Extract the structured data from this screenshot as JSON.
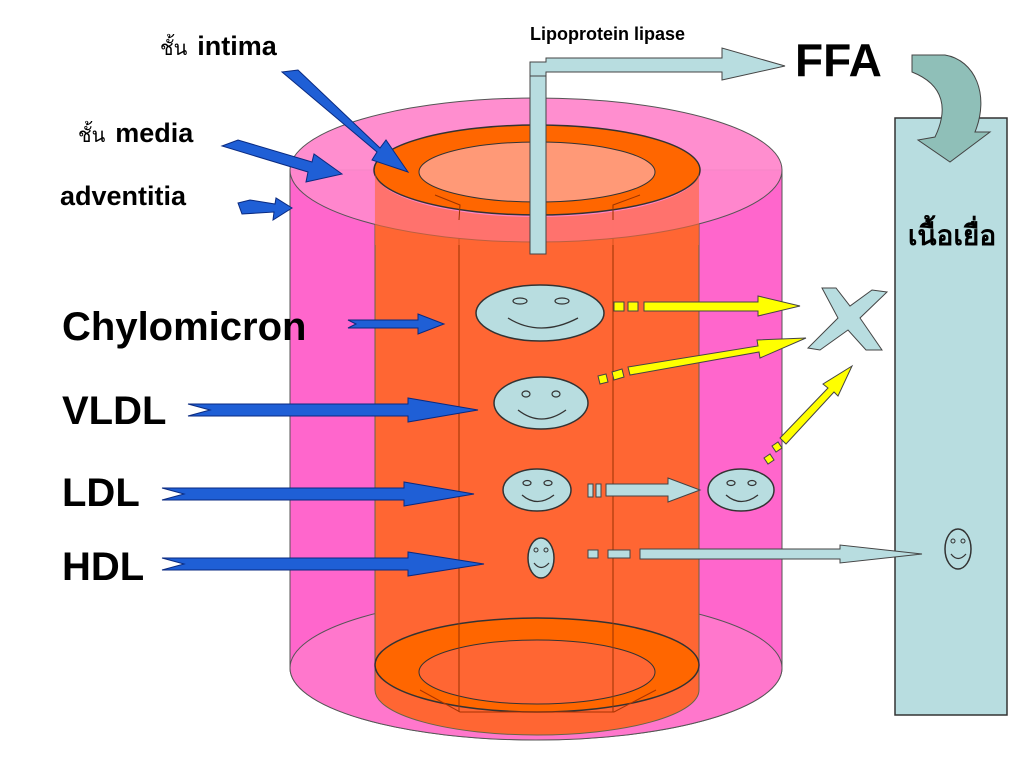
{
  "labels": {
    "intima_prefix": "ชั้น",
    "intima": "intima",
    "media_prefix": "ชั้น",
    "media": "media",
    "adventitia": "adventitia",
    "chylomicron": "Chylomicron",
    "vldl": "VLDL",
    "ldl": "LDL",
    "hdl": "HDL",
    "lipoprotein_lipase": "Lipoprotein lipase",
    "ffa": "FFA",
    "tissue": "เนื้อเยื่อ"
  },
  "colors": {
    "adventitia": "#ff66cc",
    "media": "#ff6633",
    "intima": "#ff9966",
    "tissue": "#b8dde0",
    "particle": "#b8dde0",
    "blue_arrow": "#1f5fd6",
    "yellow_arrow": "#ffff00"
  }
}
